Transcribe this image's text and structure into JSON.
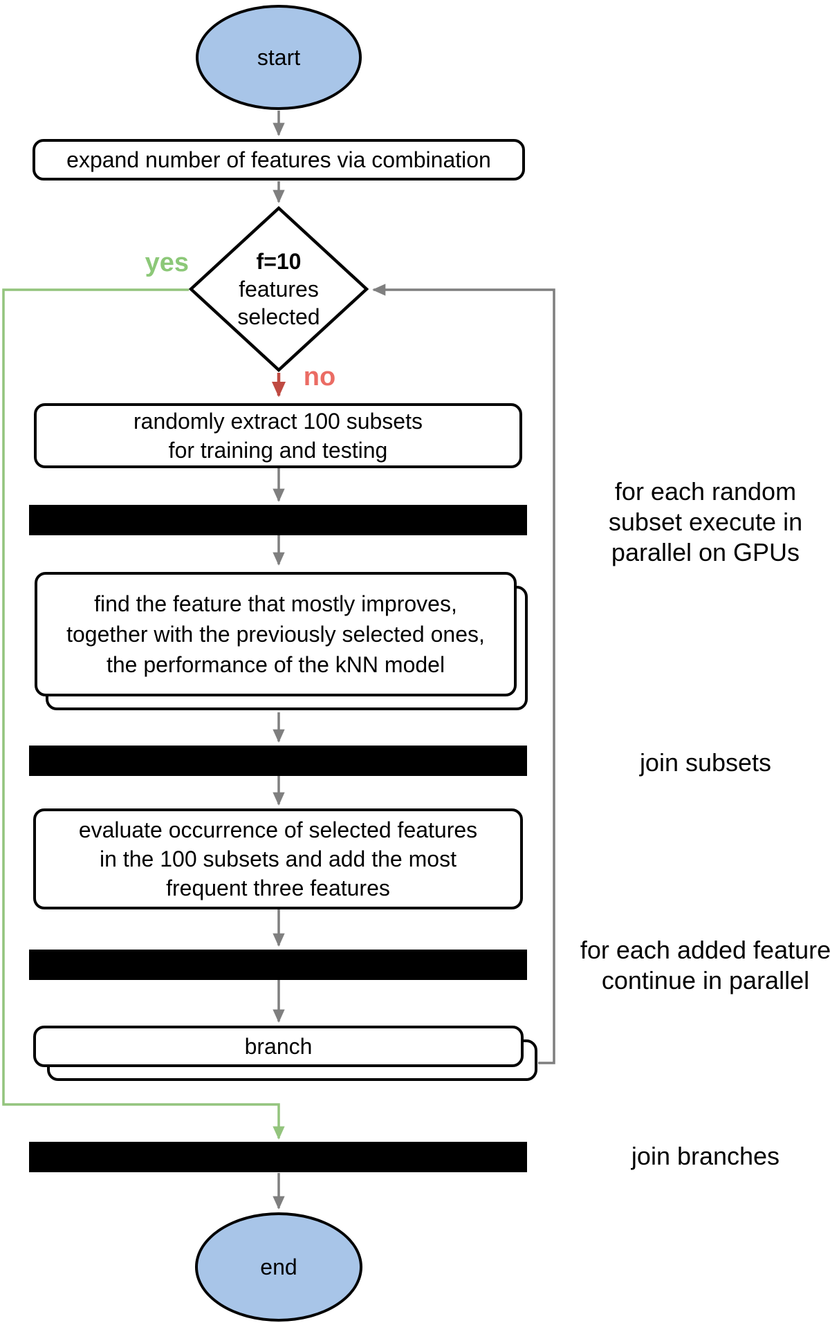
{
  "diagram": {
    "type": "flowchart",
    "nodes": {
      "start": {
        "label": "start"
      },
      "expand": {
        "label": "expand number of features via combination"
      },
      "decision": {
        "l1": "f=10",
        "l2": "features",
        "l3": "selected"
      },
      "extract": {
        "l1": "randomly extract 100 subsets",
        "l2": "for training and testing"
      },
      "find": {
        "l1": "find the feature that mostly improves,",
        "l2": "together with the previously selected ones,",
        "l3": "the performance of the kNN model"
      },
      "evaluate": {
        "l1": "evaluate occurrence of selected features",
        "l2": "in the 100 subsets and add the most",
        "l3": "frequent three features"
      },
      "branch": {
        "label": "branch"
      },
      "end": {
        "label": "end"
      }
    },
    "edge_labels": {
      "yes": "yes",
      "no": "no"
    },
    "annotations": {
      "gpu": {
        "l1": "for each random",
        "l2": "subset execute in",
        "l3": "parallel on GPUs"
      },
      "join_subsets": "join subsets",
      "added": {
        "l1": "for each added feature",
        "l2": "continue in parallel"
      },
      "join_branches": "join branches"
    },
    "colors": {
      "terminal_fill": "#a8c5e8",
      "process_fill": "#ffffff",
      "outline": "#000000",
      "sync_bar": "#000000",
      "arrow_gray": "#7f7f7f",
      "yes_label_green": "#8cc878",
      "yes_line_green": "#93c47d",
      "no_label_red": "#eb6c64",
      "no_arrow_red": "#bf4a42"
    }
  }
}
